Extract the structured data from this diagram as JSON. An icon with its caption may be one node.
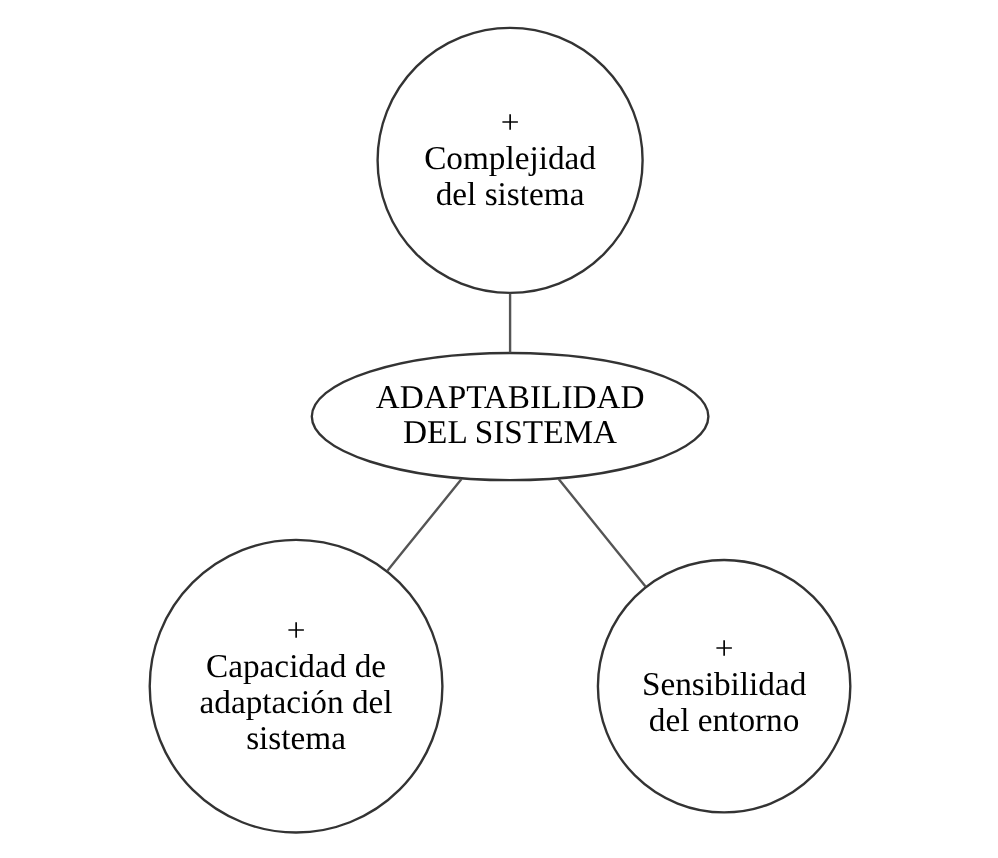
{
  "diagram": {
    "nodes": [
      {
        "text": [
          "+",
          "Complejidad del sistema"
        ]
      },
      {
        "text": [
          "ADAPTABILIDAD DEL SISTEMA"
        ]
      },
      {
        "text": [
          "+",
          "Capacidad de adaptación del sistema"
        ]
      },
      {
        "text": [
          "+",
          "Sensibilidad del entorno"
        ]
      }
    ],
    "edges": [
      {
        "from": 0,
        "to": 1,
        "arrow": "none"
      },
      {
        "from": 1,
        "to": 2,
        "arrow": "none"
      },
      {
        "from": 1,
        "to": 3,
        "arrow": "none"
      }
    ]
  }
}
